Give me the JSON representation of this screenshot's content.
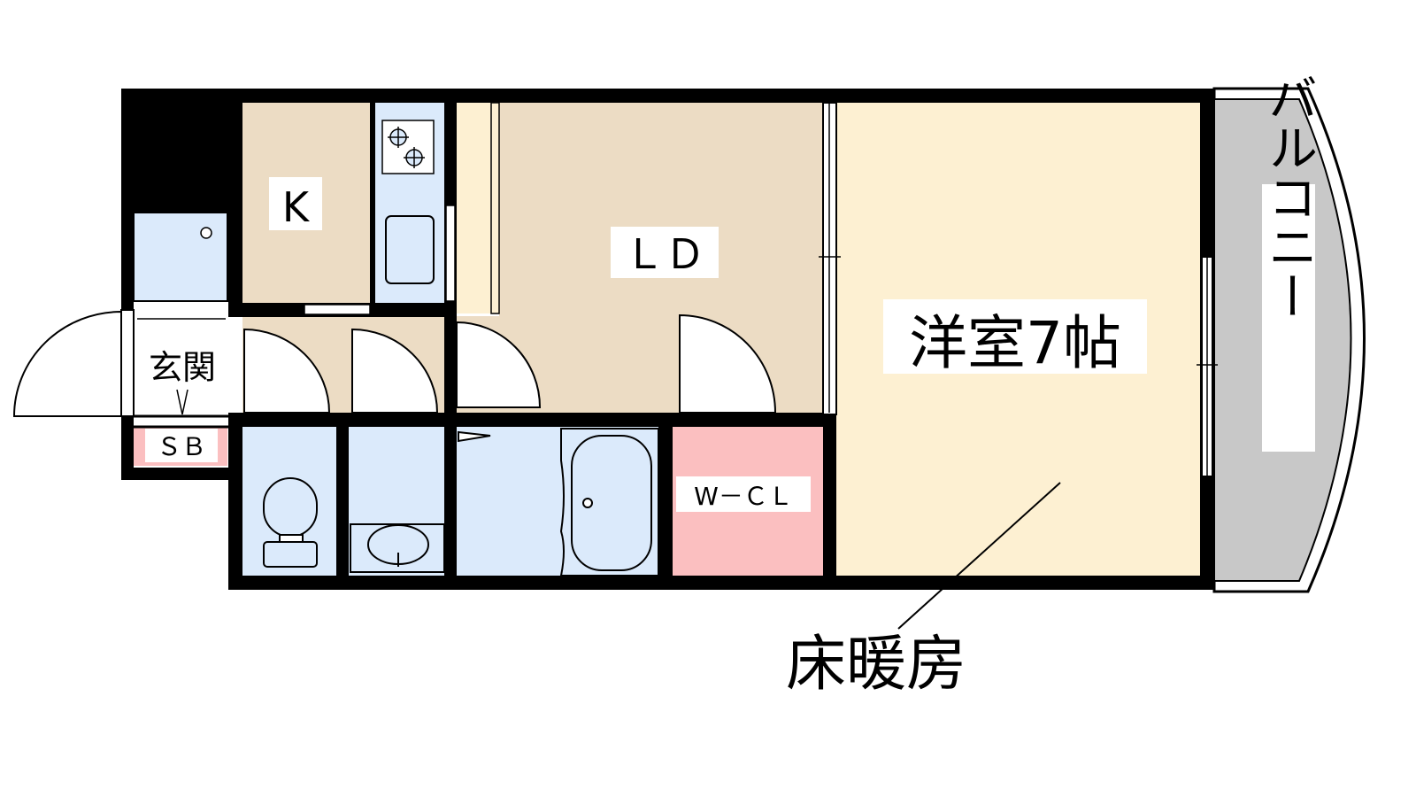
{
  "rooms": {
    "kitchen": "K",
    "living_dining": "ＬＤ",
    "western_room": "洋室7帖",
    "entrance": "玄関",
    "shoe_box": "ＳＢ",
    "walk_in_closet": "W－ＣＬ",
    "balcony": "バルコニー"
  },
  "annotations": {
    "floor_heating": "床暖房"
  },
  "colors": {
    "wall": "#000000",
    "kitchen_ld_floor": "#ecdcc4",
    "western_room_floor": "#fdf0d2",
    "wet_area": "#dbeafb",
    "closet_pink": "#fbbfc0",
    "balcony": "#c8c8c8"
  },
  "icons": [
    "stove-icon",
    "sink-icon",
    "toilet-icon",
    "washbasin-icon",
    "bathtub-icon",
    "washing-machine-pan-icon"
  ]
}
